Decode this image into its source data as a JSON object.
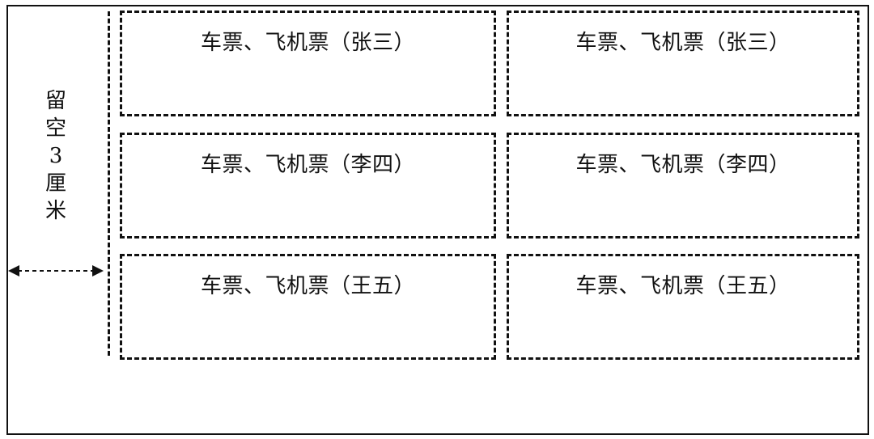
{
  "side_label": {
    "chars": [
      "留",
      "空",
      "3",
      "厘",
      "米"
    ]
  },
  "tickets": [
    [
      "车票、飞机票（张三）",
      "车票、飞机票（张三）"
    ],
    [
      "车票、飞机票（李四）",
      "车票、飞机票（李四）"
    ],
    [
      "车票、飞机票（王五）",
      "车票、飞机票（王五）"
    ]
  ]
}
